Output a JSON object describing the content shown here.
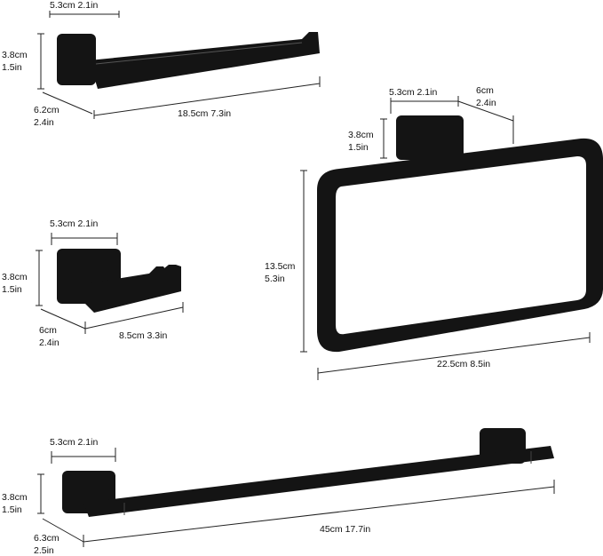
{
  "paper_holder": {
    "width_label": "5.3cm 2.1in",
    "height_label_cm": "3.8cm",
    "height_label_in": "1.5in",
    "depth_label_cm": "6.2cm",
    "depth_label_in": "2.4in",
    "length_label": "18.5cm 7.3in"
  },
  "towel_ring": {
    "width_label": "5.3cm 2.1in",
    "depth_label_cm": "6cm",
    "depth_label_in": "2.4in",
    "base_height_cm": "3.8cm",
    "base_height_in": "1.5in",
    "ring_height_cm": "13.5cm",
    "ring_height_in": "5.3in",
    "ring_width_label": "22.5cm 8.5in"
  },
  "robe_hook": {
    "width_label": "5.3cm 2.1in",
    "height_label_cm": "3.8cm",
    "height_label_in": "1.5in",
    "depth_label_cm": "6cm",
    "depth_label_in": "2.4in",
    "length_label": "8.5cm 3.3in"
  },
  "towel_bar": {
    "width_label": "5.3cm 2.1in",
    "height_label_cm": "3.8cm",
    "height_label_in": "1.5in",
    "depth_label_cm": "6.3cm",
    "depth_label_in": "2.5in",
    "length_label": "45cm 17.7in"
  },
  "colors": {
    "product": "#141414",
    "line": "#222222"
  }
}
